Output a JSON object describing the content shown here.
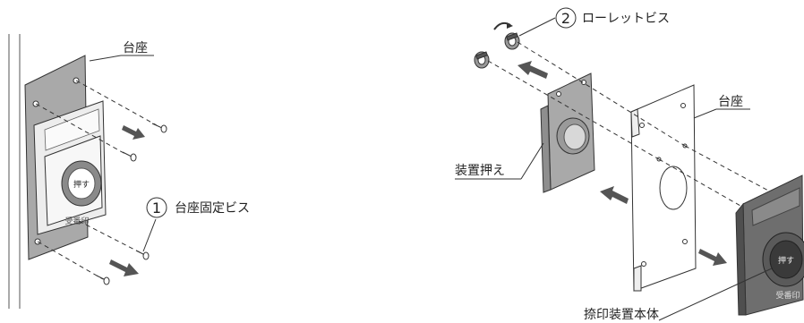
{
  "labels": {
    "base_left": "台座",
    "base_screw": "台座固定ビス",
    "base_screw_num": "1",
    "knurled_screw": "ローレットビス",
    "knurled_screw_num": "2",
    "base_right": "台座",
    "device_holder": "装置押え",
    "main_unit": "捺印装置本体"
  },
  "device_text": {
    "press": "押す",
    "stamp_left": "受番印",
    "stamp_right": "受番印"
  },
  "colors": {
    "line": "#333333",
    "plate_gray": "#a9a9a9",
    "dark_gray": "#6e6e6e",
    "arrow": "#555555"
  }
}
